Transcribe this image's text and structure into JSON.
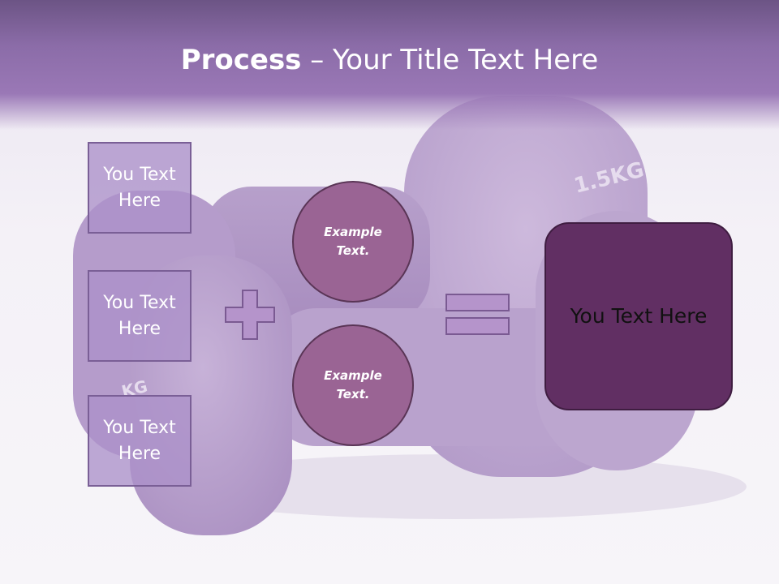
{
  "slide": {
    "title_bold": "Process",
    "title_rest": " – Your Title Text Here"
  },
  "left_boxes": [
    {
      "label": "You Text Here"
    },
    {
      "label": "You Text Here"
    },
    {
      "label": "You Text Here"
    }
  ],
  "circles": [
    {
      "label": "Example Text."
    },
    {
      "label": "Example Text."
    }
  ],
  "result": {
    "label": "You Text Here"
  },
  "photo": {
    "weight_label_top": "1.5KG",
    "weight_label_bottom": "KG"
  },
  "icons": {
    "plus": "plus-icon",
    "equals": "equals-icon"
  },
  "colors": {
    "header": "#9a78b6",
    "box_fill": "#ac91c9",
    "circle_fill": "#9a6494",
    "result_fill": "#612f63",
    "sign_fill": "#b594cb"
  }
}
